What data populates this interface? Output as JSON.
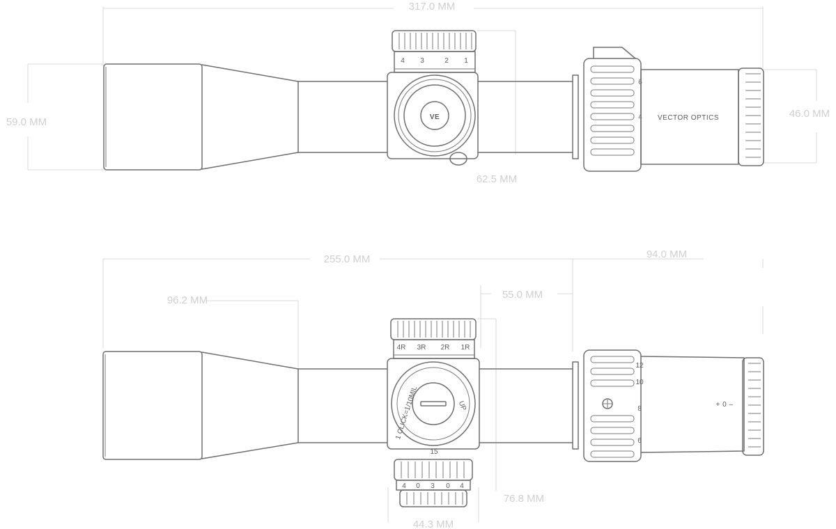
{
  "dimensions": {
    "top_total_length": "317.0 MM",
    "objective_diameter": "59.0 MM",
    "eyepiece_diameter": "46.0 MM",
    "turret_height_top": "62.5 MM",
    "bottom_total_length": "255.0 MM",
    "objective_section_length": "96.2 MM",
    "eyepiece_section_length": "94.0 MM",
    "turret_offset": "55.0 MM",
    "turret_height_bottom": "76.8 MM",
    "turret_width": "44.3 MM"
  },
  "top_view": {
    "elevation_scale": [
      "4",
      "3",
      "2",
      "1"
    ],
    "magnification_marks": [
      "6",
      "4"
    ],
    "brand_text": "VECTOR OPTICS",
    "logo_text": "VE"
  },
  "bottom_view": {
    "elevation_scale": [
      "4R",
      "3R",
      "2R",
      "1R"
    ],
    "turret_dial_text": "1 CLICK=1/10MIL",
    "turret_direction": "UP",
    "turret_bottom_number": "15",
    "lower_scale": [
      "4",
      "0",
      "3",
      "0",
      "4"
    ],
    "magnification_marks": [
      "12",
      "10",
      "8",
      "6"
    ],
    "diopter_text": "+ 0 –"
  }
}
